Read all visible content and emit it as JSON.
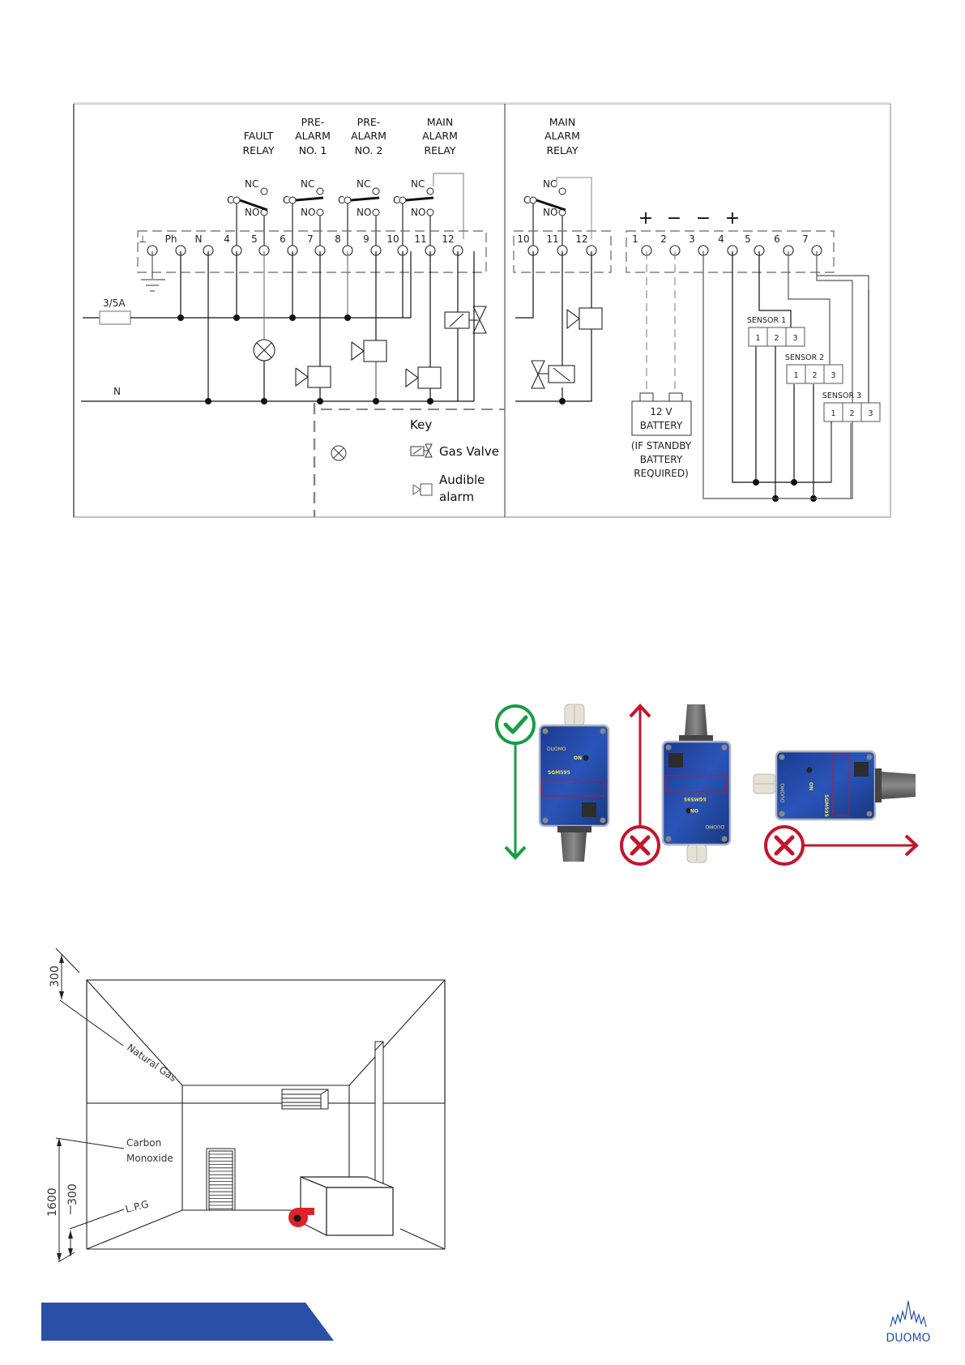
{
  "wiring_diagram": {
    "relay_headers": [
      {
        "id": "fault",
        "lines": [
          "FAULT",
          "RELAY"
        ]
      },
      {
        "id": "pre1",
        "lines": [
          "PRE-",
          "ALARM",
          "NO. 1"
        ]
      },
      {
        "id": "pre2",
        "lines": [
          "PRE-",
          "ALARM",
          "NO. 2"
        ]
      },
      {
        "id": "main",
        "lines": [
          "MAIN",
          "ALARM",
          "RELAY"
        ]
      },
      {
        "id": "main-right",
        "lines": [
          "MAIN",
          "ALARM",
          "RELAY"
        ]
      }
    ],
    "contact_labels": {
      "nc": "NC",
      "c": "C",
      "no": "NO"
    },
    "left_terminals": [
      "⊥",
      "Ph",
      "N",
      "4",
      "5",
      "6",
      "7",
      "8",
      "9",
      "10",
      "11",
      "12"
    ],
    "middle_terminals": [
      "10",
      "11",
      "12"
    ],
    "right_terminals": [
      "1",
      "2",
      "3",
      "4",
      "5",
      "6",
      "7"
    ],
    "polarity_marks": [
      "+",
      "−",
      "−",
      "+"
    ],
    "fuse_label": "3/5A",
    "neutral_label": "N",
    "battery": {
      "lines": [
        "12 V",
        "BATTERY"
      ],
      "note": [
        "(IF STANDBY",
        "BATTERY",
        "REQUIRED)"
      ]
    },
    "sensors": [
      {
        "label": "SENSOR 1",
        "pins": [
          "1",
          "2",
          "3"
        ]
      },
      {
        "label": "SENSOR 2",
        "pins": [
          "1",
          "2",
          "3"
        ]
      },
      {
        "label": "SENSOR 3",
        "pins": [
          "1",
          "2",
          "3"
        ]
      }
    ],
    "key": {
      "title": "Key",
      "items": [
        {
          "icon": "gas-valve-symbol",
          "label": [
            "Gas Valve"
          ]
        },
        {
          "icon": "audible-alarm-symbol",
          "label": [
            "Audible",
            "alarm"
          ]
        }
      ]
    }
  },
  "orientation_guide": {
    "devices": [
      {
        "status": "correct",
        "icon": "check-circle-icon",
        "arrow": "down",
        "color": "#1a9b45",
        "model": "SGM595",
        "brand": "DUOMO",
        "led_label": "ON"
      },
      {
        "status": "incorrect",
        "icon": "x-circle-icon",
        "arrow": "up",
        "color": "#c0172d",
        "model": "SGM595",
        "brand": "DUOMO",
        "led_label": "ON"
      },
      {
        "status": "incorrect",
        "icon": "x-circle-icon",
        "arrow": "right",
        "color": "#c0172d",
        "model": "SGM595",
        "brand": "DUOMO",
        "led_label": "ON"
      }
    ],
    "device_color": "#1e3f99"
  },
  "room_diagram": {
    "dimensions": {
      "top_offset": "300",
      "bottom_offset": "300",
      "co_height": "1600"
    },
    "gas_labels": {
      "natural_gas": "Natural Gas",
      "carbon_monoxide": [
        "Carbon",
        "Monoxide"
      ],
      "lpg": "L.P.G"
    },
    "boiler_burner_color": "#e0202b"
  },
  "footer": {
    "band_color": "#2a4fa6",
    "logo_text": "DUOMO",
    "logo_color": "#2a4fa6"
  }
}
